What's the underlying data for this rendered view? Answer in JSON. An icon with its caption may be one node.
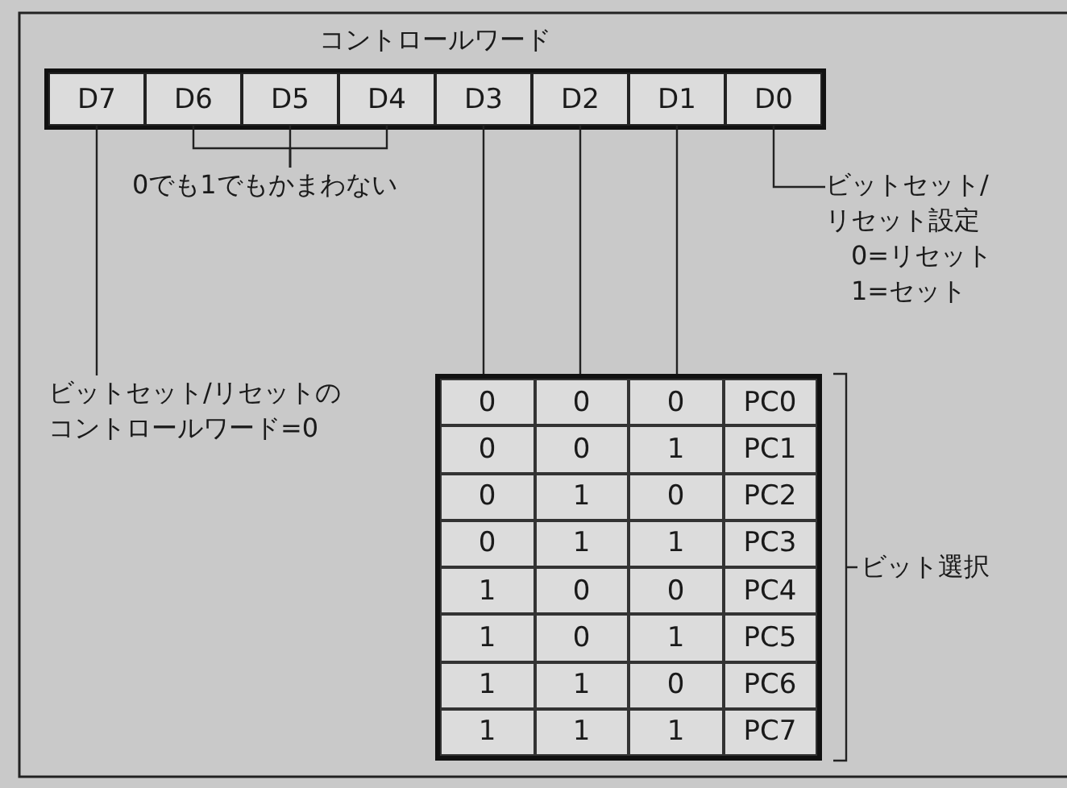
{
  "diagram": {
    "nodes": [
      {
        "text": [
          "D7"
        ]
      },
      {
        "text": [
          "D6"
        ]
      },
      {
        "text": [
          "D5"
        ]
      },
      {
        "text": [
          "D4"
        ]
      },
      {
        "text": [
          "D3"
        ]
      },
      {
        "text": [
          "D2"
        ]
      },
      {
        "text": [
          "D1"
        ]
      },
      {
        "text": [
          "D0"
        ]
      },
      {
        "text": [
          "0でも1でもかまわない"
        ]
      },
      {
        "text": [
          "ビットセット/リセット設定",
          "0=リセット",
          "1=セット"
        ]
      },
      {
        "text": [
          "ビットセット/リセットのコントロールワード=0"
        ]
      },
      {
        "text": [],
        "shape": "box"
      }
    ],
    "edges": [
      {
        "from": 0,
        "to": 10,
        "arrow": "none"
      },
      {
        "from": 1,
        "to": 8,
        "arrow": "none"
      },
      {
        "from": 2,
        "to": 8,
        "arrow": "none"
      },
      {
        "from": 3,
        "to": 8,
        "arrow": "none"
      },
      {
        "from": 4,
        "to": 11,
        "arrow": "none"
      },
      {
        "from": 5,
        "to": 11,
        "arrow": "none"
      },
      {
        "from": 6,
        "to": 11,
        "arrow": "none"
      },
      {
        "from": 7,
        "to": 9,
        "arrow": "none"
      }
    ],
    "labels": [
      "コントロールワード",
      "0",
      "0",
      "0",
      "PC0",
      "0",
      "0",
      "1",
      "PC1",
      "0",
      "1",
      "0",
      "PC2",
      "0",
      "1",
      "1",
      "PC3",
      "1",
      "0",
      "0",
      "PC4",
      "1",
      "0",
      "1",
      "PC5",
      "1",
      "1",
      "0",
      "PC6",
      "1",
      "1",
      "1",
      "PC7",
      "ビット選択"
    ]
  }
}
